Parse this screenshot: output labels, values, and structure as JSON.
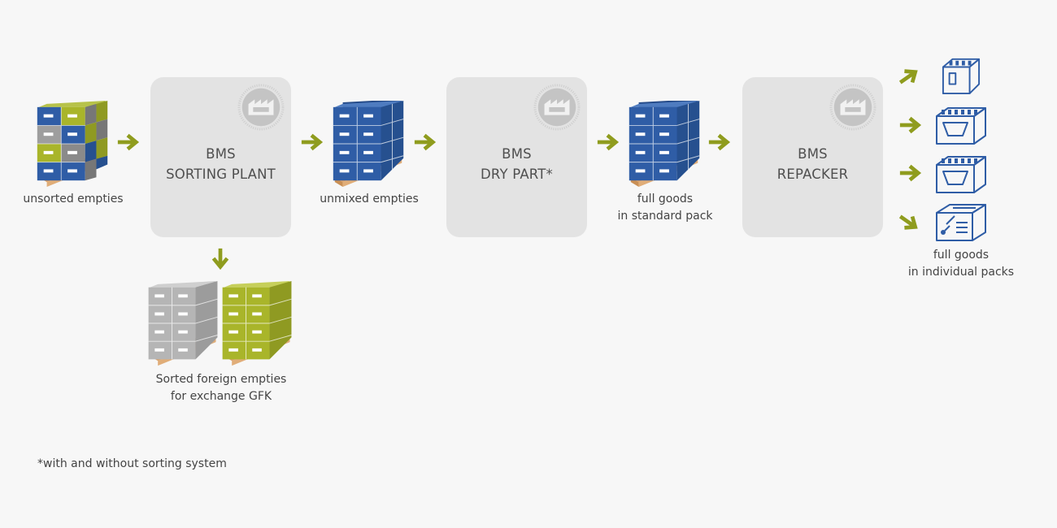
{
  "boxes": {
    "sorting": {
      "title": "BMS\nSORTING PLANT"
    },
    "dry": {
      "title": "BMS\nDRY PART*"
    },
    "repacker": {
      "title": "BMS\nREPACKER"
    }
  },
  "captions": {
    "unsorted": "unsorted empties",
    "unmixed": "unmixed empties",
    "full_standard": "full goods\nin standard pack",
    "sorted_foreign": "Sorted foreign empties\nfor exchange GFK",
    "full_individual": "full goods\nin individual packs"
  },
  "footnote": "*with and without sorting system",
  "colors": {
    "arrow": "#8f9c1e",
    "box": "#e3e3e3",
    "crate_blue": "#2f5da6",
    "crate_gray": "#b5b5b5",
    "crate_olive": "#a9b52a",
    "pallet": "#d9a16a",
    "outline_blue": "#2f5da6"
  },
  "icons": [
    "arrow-right-icon",
    "arrow-down-icon",
    "arrow-up-right-icon",
    "arrow-down-right-icon",
    "factory-badge-icon",
    "crate-pallet-icon",
    "crate-outline-icon",
    "packaged-box-icon"
  ]
}
